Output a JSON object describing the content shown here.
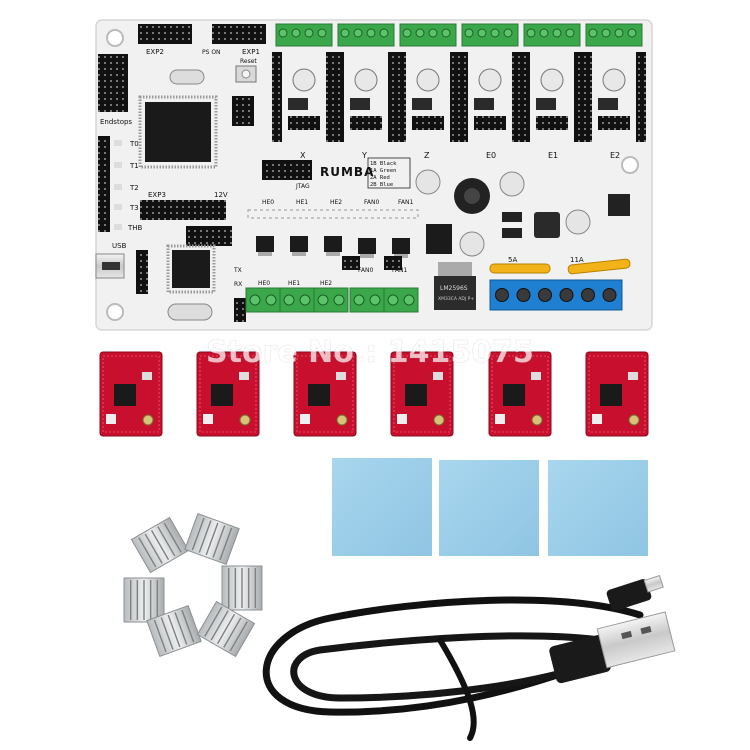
{
  "board": {
    "name": "RUMBA",
    "motor_wire_legend": [
      "1B Black",
      "1A Green",
      "2A Red",
      "2B Blue"
    ],
    "driver_slot_labels": [
      "X",
      "Y",
      "Z",
      "E0",
      "E1",
      "E2"
    ],
    "left_labels": {
      "exp2": "EXP2",
      "exp1": "EXP1",
      "ps_on": "PS ON",
      "reset": "Reset",
      "endstops": "Endstops",
      "t0": "T0",
      "t1": "T1",
      "t2": "T2",
      "t3": "T3",
      "thb": "THB",
      "exp3": "EXP3",
      "v12": "12V",
      "usb": "USB",
      "tx": "TX",
      "rx": "RX",
      "jtag": "JTAG"
    },
    "heater_labels": [
      "HE0",
      "HE1",
      "HE2",
      "FAN0",
      "FAN1"
    ],
    "terminal_labels": [
      "HE0",
      "HE1",
      "HE2",
      "FAN0",
      "FAN1"
    ],
    "power_labels": [
      "5A",
      "11A"
    ],
    "regulator_chip": "LM2596S",
    "regulator_chip_line2": "XM33CA ADJ P+"
  },
  "watermark": "Store No.: 1415075",
  "colors": {
    "pcb": "#f2f2f2",
    "driver_pcb": "#c8102e",
    "terminal_green": "#3aa84a",
    "terminal_blue": "#1f7fd0",
    "thermal_pad": "#9fd0ea",
    "heatsink": "#cfd2d4"
  }
}
